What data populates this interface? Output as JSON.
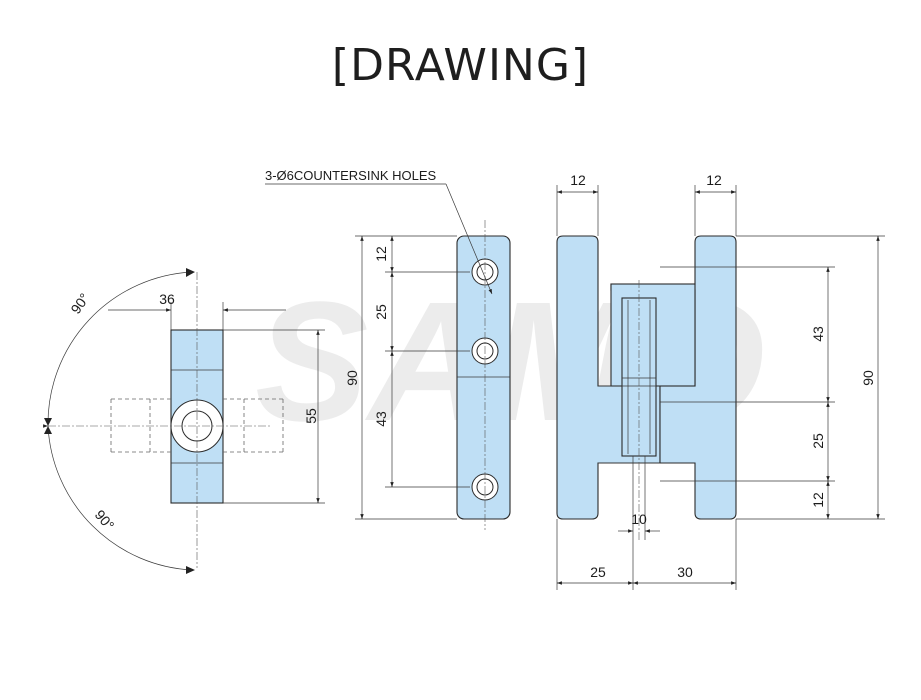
{
  "title": "[DRAWING]",
  "watermark": "SAMO",
  "colors": {
    "part_fill": "#bfdff5",
    "line": "#2a2a2a",
    "watermark": "#e6e6e6"
  },
  "callout": "3-Ø6COUNTERSINK HOLES",
  "side_view": {
    "width_label": "36",
    "height_label": "55",
    "angle_top": "90°",
    "angle_bottom": "90°"
  },
  "plate_view": {
    "overall": "90",
    "top_offset": "12",
    "hole_spacing_1": "25",
    "hole_spacing_2": "43"
  },
  "assembly_view": {
    "left_leaf_width": "12",
    "right_leaf_width": "12",
    "overall_height": "90",
    "upper_span": "43",
    "lower_span": "25",
    "bottom_offset": "12",
    "pin_diameter": "10",
    "left_width": "25",
    "right_width": "30"
  }
}
